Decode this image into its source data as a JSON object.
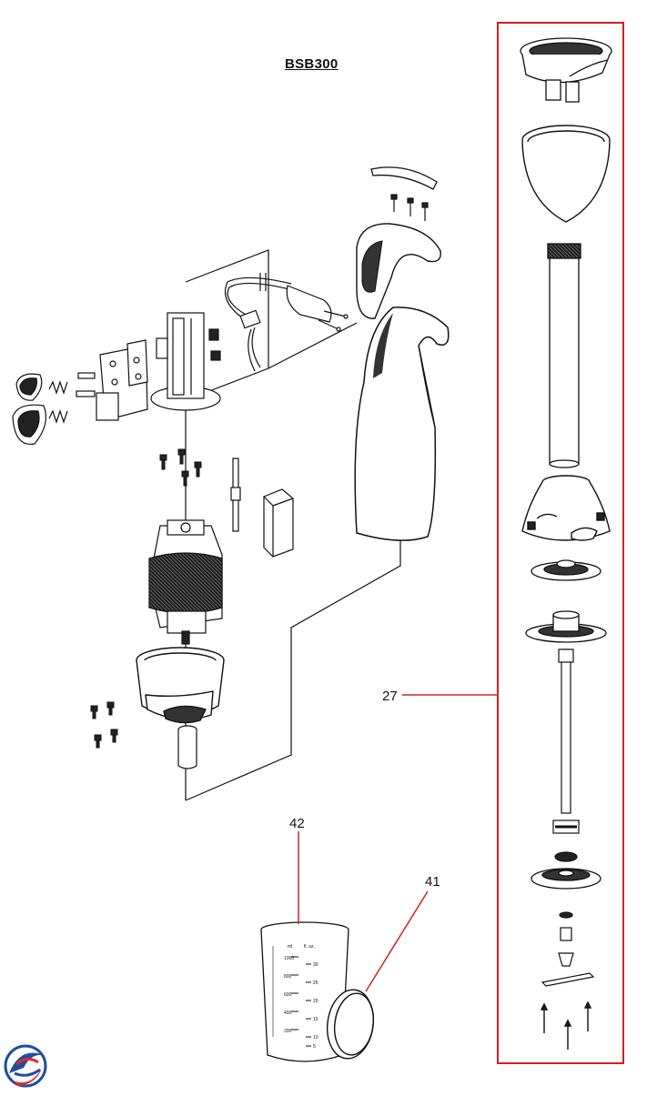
{
  "diagram": {
    "model": "BSB300",
    "callouts": [
      {
        "id": "27",
        "text": "27"
      },
      {
        "id": "42",
        "text": "42"
      },
      {
        "id": "41",
        "text": "41"
      }
    ],
    "colors": {
      "line": "#111111",
      "callout_box": "#d42020",
      "part_fill": "#ffffff",
      "dark_part": "#333333"
    },
    "logo": {
      "name": "brand-swirl-logo",
      "colors": [
        "#1e4ea1",
        "#e02a2a"
      ]
    },
    "cup": {
      "scale_left": [
        "ml",
        "1000",
        "800",
        "600",
        "400",
        "200"
      ],
      "scale_right": [
        "fl. oz.",
        "30",
        "25",
        "20",
        "15",
        "10",
        "5"
      ]
    }
  }
}
